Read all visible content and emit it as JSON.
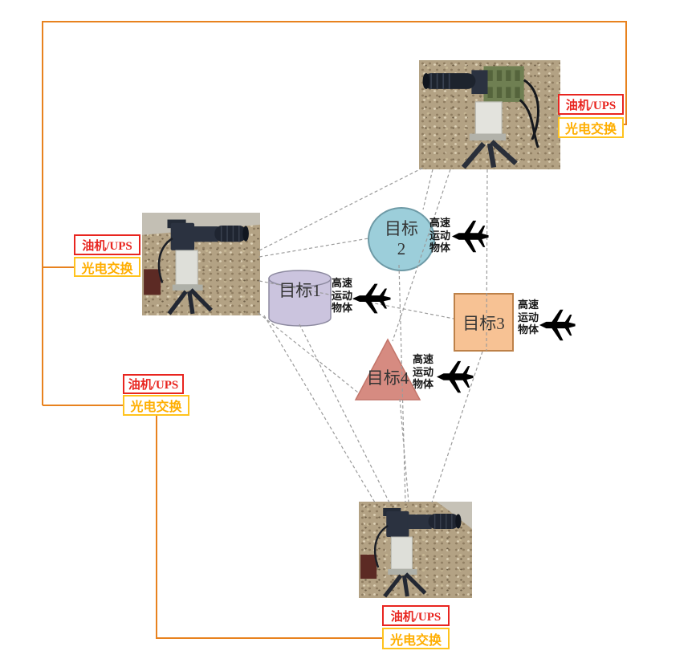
{
  "diagram_type": "optical-measurement-station-network",
  "label_pairs": [
    {
      "id": "top-right",
      "power": "油机/UPS",
      "fiber": "光电交换"
    },
    {
      "id": "left",
      "power": "油机/UPS",
      "fiber": "光电交换"
    },
    {
      "id": "mid-left",
      "power": "油机/UPS",
      "fiber": "光电交换"
    },
    {
      "id": "bottom",
      "power": "油机/UPS",
      "fiber": "光电交换"
    }
  ],
  "targets": [
    {
      "id": "target-1",
      "label": "目标1",
      "shape": "cylinder",
      "fill": "#CBC4DE"
    },
    {
      "id": "target-2",
      "label": "目标",
      "label_line2": "2",
      "shape": "circle",
      "fill": "#9CCEDA"
    },
    {
      "id": "target-3",
      "label": "目标3",
      "shape": "square",
      "fill": "#F7C294"
    },
    {
      "id": "target-4",
      "label": "目标4",
      "shape": "triangle",
      "fill": "#D68B81"
    }
  ],
  "moving_object": {
    "full_text": "高速运动物体",
    "lines": [
      "高速",
      "运动",
      "物体"
    ]
  },
  "stations": [
    {
      "id": "station-top-right",
      "type": "tracking-camera-photo"
    },
    {
      "id": "station-left",
      "type": "tracking-camera-photo"
    },
    {
      "id": "station-bottom",
      "type": "tracking-camera-photo"
    }
  ],
  "colors": {
    "power_label_red": "#E8251F",
    "fiber_label_yellow": "#FFC31E",
    "fiber_text_orange": "#FFAE00",
    "link_line_orange": "#E8821E",
    "sight_line_gray": "#9B9B9B",
    "target1_fill": "#CBC4DE",
    "target2_fill": "#9CCEDA",
    "target3_fill": "#F7C294",
    "target4_fill": "#D68B81",
    "plane_black": "#000000"
  }
}
